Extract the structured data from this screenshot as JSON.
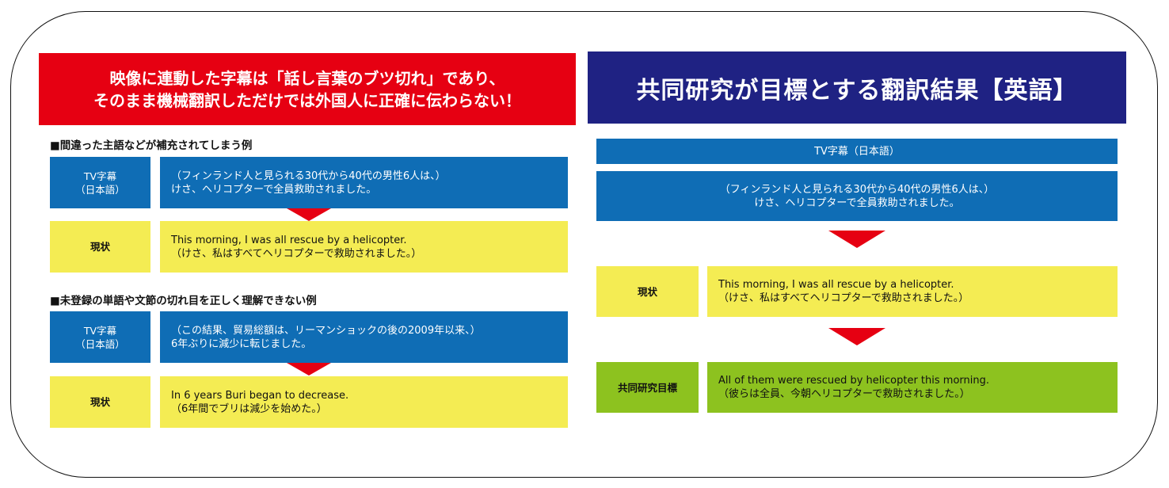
{
  "left_panel": {
    "banner": {
      "line1": "映像に連動した字幕は「話し言葉のブツ切れ」であり、",
      "line2": "そのまま機械翻訳しただけでは外国人に正確に伝わらない！",
      "color": "#e60012"
    },
    "examples": [
      {
        "title": "■間違った主語などが補充されてしまう例",
        "source_label_line1": "TV字幕",
        "source_label_line2": "（日本語）",
        "source_text_line1": "（フィンランド人と見られる30代から40代の男性6人は、）",
        "source_text_line2": "けさ、ヘリコプターで全員救助されました。",
        "result_label": "現状",
        "result_text_line1": "This morning, I was all rescue by a helicopter.",
        "result_text_line2": "（けさ、私はすべてヘリコプターで救助されました。）"
      },
      {
        "title": "■未登録の単語や文節の切れ目を正しく理解できない例",
        "source_label_line1": "TV字幕",
        "source_label_line2": "（日本語）",
        "source_text_line1": "（この結果、貿易総額は、リーマンショックの後の2009年以来、）",
        "source_text_line2": "6年ぶりに減少に転じました。",
        "result_label": "現状",
        "result_text_line1": "In 6 years Buri began to decrease.",
        "result_text_line2": "（6年間でブリは減少を始めた。）"
      }
    ]
  },
  "right_panel": {
    "banner": {
      "title": "共同研究が目標とする翻訳結果【英語】",
      "color": "#1f2283"
    },
    "source_header": "TV字幕（日本語）",
    "source_text_line1": "（フィンランド人と見られる30代から40代の男性6人は、）",
    "source_text_line2": "けさ、ヘリコプターで全員救助されました。",
    "current": {
      "label": "現状",
      "text_line1": "This morning, I was all rescue by a helicopter.",
      "text_line2": "（けさ、私はすべてヘリコプターで救助されました。）"
    },
    "target": {
      "label": "共同研究目標",
      "text_line1": "All of them were rescued by helicopter this morning.",
      "text_line2": "（彼らは全員、今朝ヘリコプターで救助されました。）"
    }
  },
  "colors": {
    "source_blue": "#0f6db5",
    "current_yellow": "#f4ec53",
    "target_green": "#8dc21f",
    "arrow_red": "#e60012"
  }
}
